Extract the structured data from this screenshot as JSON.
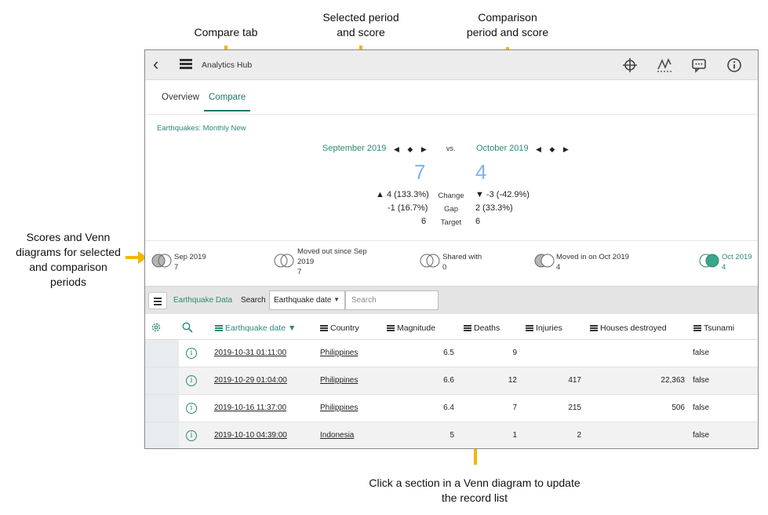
{
  "callouts": {
    "compare_tab": "Compare tab",
    "selected_line1": "Selected period",
    "selected_line2": "and score",
    "comparison_line1": "Comparison",
    "comparison_line2": "period and score",
    "scores_line1": "Scores and Venn",
    "scores_line2": "diagrams for selected",
    "scores_line3": "and comparison",
    "scores_line4": "periods",
    "click_line1": "Click a section in a Venn diagram to update",
    "click_line2": "the record list"
  },
  "topbar": {
    "back_icon": "chevron-left-icon",
    "menu_icon": "hamburger-icon",
    "title": "Analytics Hub",
    "icons": [
      "target-icon",
      "chart-analysis-icon",
      "comment-icon",
      "info-icon"
    ]
  },
  "tabs": [
    {
      "label": "Overview",
      "active": false
    },
    {
      "label": "Compare",
      "active": true
    }
  ],
  "indicator_title": "Earthquakes: Monthly New",
  "selected": {
    "period": "September 2019",
    "score": "7",
    "change": "▲ 4 (133.3%)",
    "gap": "-1 (16.7%)",
    "target": "6"
  },
  "comparison": {
    "period": "October 2019",
    "score": "4",
    "change": "▼ -3 (-42.9%)",
    "gap": "2 (33.3%)",
    "target": "6"
  },
  "nav_glyphs": "◀ ◆ ▶",
  "vs_label": "vs.",
  "metric_labels": {
    "change": "Change",
    "gap": "Gap",
    "target": "Target"
  },
  "venn": [
    {
      "label": "Sep 2019",
      "count": "7",
      "highlight": false
    },
    {
      "label_line1": "Moved out since Sep",
      "label_line2": "2019",
      "count": "7",
      "highlight": false
    },
    {
      "label": "Shared with",
      "count": "0",
      "highlight": false
    },
    {
      "label": "Moved in on Oct 2019",
      "count": "4",
      "highlight": false
    },
    {
      "label": "Oct 2019",
      "count": "4",
      "highlight": true
    }
  ],
  "toolbar": {
    "title": "Earthquake Data",
    "search_label": "Search",
    "search_field": "Earthquake date",
    "search_placeholder": "Search"
  },
  "columns": [
    "Earthquake date",
    "Country",
    "Magnitude",
    "Deaths",
    "Injuries",
    "Houses destroyed",
    "Tsunami"
  ],
  "sort_indicator": "▼",
  "rows": [
    {
      "date": "2019-10-31 01:11:00",
      "country": "Philippines",
      "magnitude": "6.5",
      "deaths": "9",
      "injuries": "",
      "houses": "",
      "tsunami": "false"
    },
    {
      "date": "2019-10-29 01:04:00",
      "country": "Philippines",
      "magnitude": "6.6",
      "deaths": "12",
      "injuries": "417",
      "houses": "22,363",
      "tsunami": "false"
    },
    {
      "date": "2019-10-16 11:37:00",
      "country": "Philippines",
      "magnitude": "6.4",
      "deaths": "7",
      "injuries": "215",
      "houses": "506",
      "tsunami": "false"
    },
    {
      "date": "2019-10-10 04:39:00",
      "country": "Indonesia",
      "magnitude": "5",
      "deaths": "1",
      "injuries": "2",
      "houses": "",
      "tsunami": "false"
    }
  ],
  "colors": {
    "accent": "#2a8a74",
    "score": "#7fb3ea",
    "callout_arrow": "#f6b400",
    "header_bg": "#ececec"
  }
}
